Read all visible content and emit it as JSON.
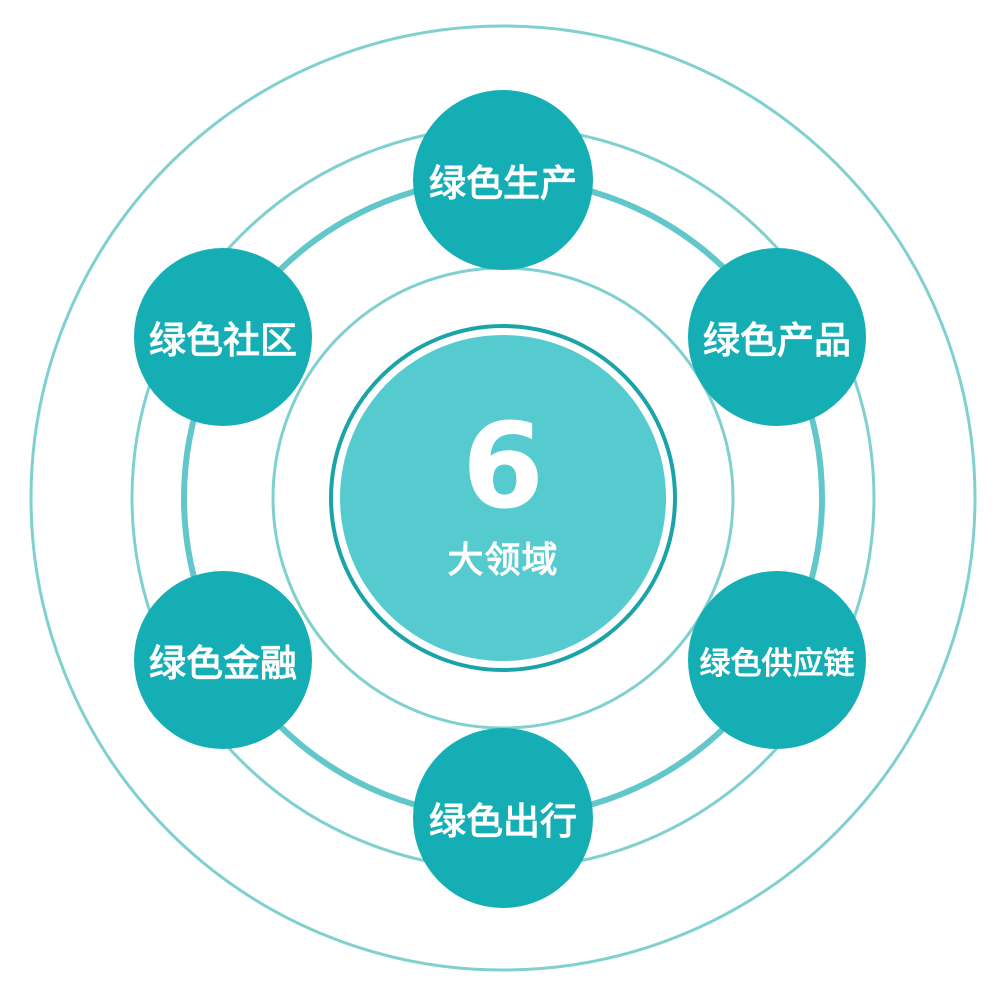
{
  "diagram": {
    "type": "radial-hub",
    "colors": {
      "background": "#ffffff",
      "ring": "#5fc8c8",
      "ring_dark": "#1aa3a8",
      "center_fill": "#55cbd0",
      "node_fill": "#14aeb4",
      "text": "#ffffff"
    },
    "center": {
      "number": "6",
      "label": "大领域"
    },
    "nodes": [
      {
        "label": "绿色生产",
        "position": "top"
      },
      {
        "label": "绿色产品",
        "position": "upper-right"
      },
      {
        "label": "绿色供应链",
        "position": "lower-right"
      },
      {
        "label": "绿色出行",
        "position": "bottom"
      },
      {
        "label": "绿色金融",
        "position": "lower-left"
      },
      {
        "label": "绿色社区",
        "position": "upper-left"
      }
    ]
  }
}
